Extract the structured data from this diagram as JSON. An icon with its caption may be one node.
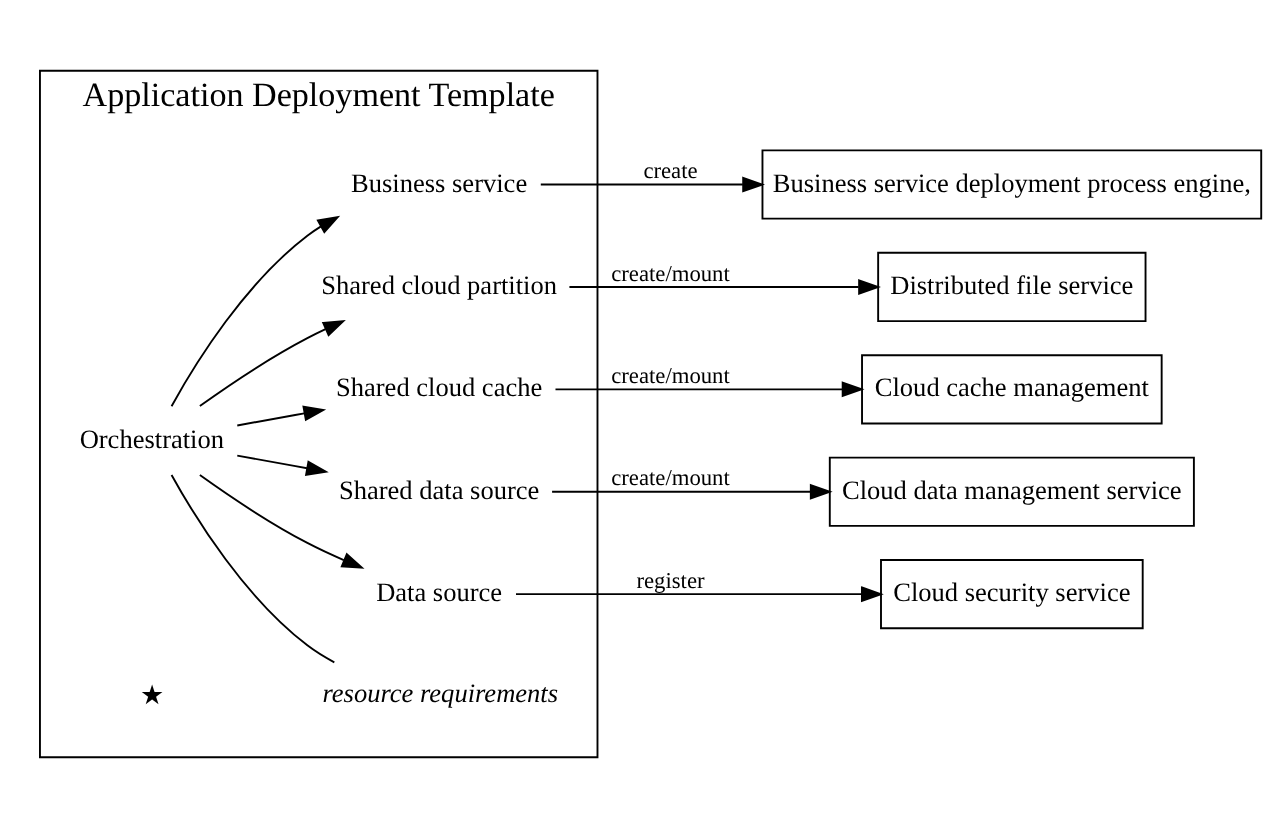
{
  "diagram": {
    "nodes": [
      {
        "text": [
          "Application Deployment Template"
        ]
      },
      {
        "text": [
          "Orchestration"
        ],
        "in": 0
      },
      {
        "text": [
          "Business service"
        ],
        "in": 0
      },
      {
        "text": [
          "Shared cloud partition"
        ],
        "in": 0
      },
      {
        "text": [
          "Shared cloud cache"
        ],
        "in": 0
      },
      {
        "text": [
          "Shared data source"
        ],
        "in": 0
      },
      {
        "text": [
          "Data source"
        ],
        "in": 0
      },
      {
        "text": [
          "resource requirements"
        ],
        "in": 0
      },
      {
        "text": [
          "Business service deployment process engine,"
        ]
      },
      {
        "text": [
          "Distributed file service"
        ]
      },
      {
        "text": [
          "Cloud cache management"
        ]
      },
      {
        "text": [
          "Cloud data management service"
        ]
      },
      {
        "text": [
          "Cloud security service"
        ]
      }
    ],
    "edges": [
      {
        "from": 1,
        "to": 2,
        "arrow": "to"
      },
      {
        "from": 1,
        "to": 3,
        "arrow": "to"
      },
      {
        "from": 1,
        "to": 4,
        "arrow": "to"
      },
      {
        "from": 1,
        "to": 5,
        "arrow": "to"
      },
      {
        "from": 1,
        "to": 6,
        "arrow": "to"
      },
      {
        "from": 1,
        "to": 7,
        "arrow": "none"
      },
      {
        "from": 2,
        "to": 8,
        "arrow": "to",
        "label": "create"
      },
      {
        "from": 3,
        "to": 9,
        "arrow": "to",
        "label": "create/mount"
      },
      {
        "from": 4,
        "to": 10,
        "arrow": "to",
        "label": "create/mount"
      },
      {
        "from": 5,
        "to": 11,
        "arrow": "to",
        "label": "create/mount"
      },
      {
        "from": 6,
        "to": 12,
        "arrow": "to",
        "label": "register"
      }
    ],
    "labels": [
      "★"
    ]
  }
}
